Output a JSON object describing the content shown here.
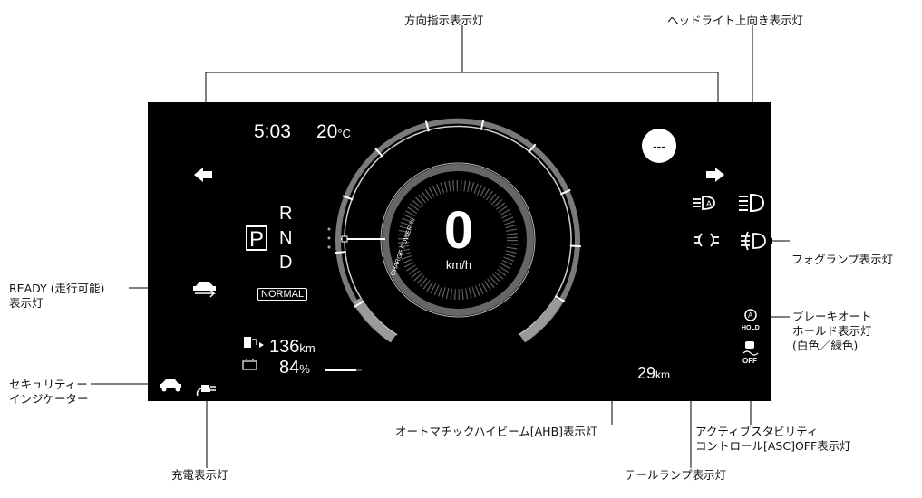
{
  "labels": {
    "turn_signal": "方向指示表示灯",
    "headlight_high": "ヘッドライト上向き表示灯",
    "ready_line1": "READY (走行可能)",
    "ready_line2": "表示灯",
    "fog_lamp": "フォグランプ表示灯",
    "brake_hold_line1": "ブレーキオート",
    "brake_hold_line2": "ホールド表示灯",
    "brake_hold_line3": "(白色／緑色)",
    "security_line1": "セキュリティー",
    "security_line2": "インジケーター",
    "ahb": "オートマチックハイビーム[AHB]表示灯",
    "asc_line1": "アクティブスタビリティ",
    "asc_line2": "コントロール[ASC]OFF表示灯",
    "charge": "充電表示灯",
    "tail_lamp": "テールランプ表示灯"
  },
  "display": {
    "time": "5:03",
    "temp_value": "20",
    "temp_unit": "°C",
    "speed": "0",
    "speed_unit": "km/h",
    "charge_power_label": "CHARGE POWER %",
    "gear_p": "P",
    "gear_r": "R",
    "gear_n": "N",
    "gear_d": "D",
    "drive_mode": "NORMAL",
    "range_value": "136",
    "range_unit": "km",
    "battery_value": "84",
    "battery_unit": "%",
    "battery_level": 0.84,
    "trip_value": "29",
    "trip_unit": "km",
    "top_badge": "---",
    "hold_icon_text": "HOLD",
    "off_icon_text": "OFF"
  },
  "colors": {
    "panel": "#000000",
    "gauge_outer": "#7a7a7a",
    "text": "#ffffff"
  }
}
